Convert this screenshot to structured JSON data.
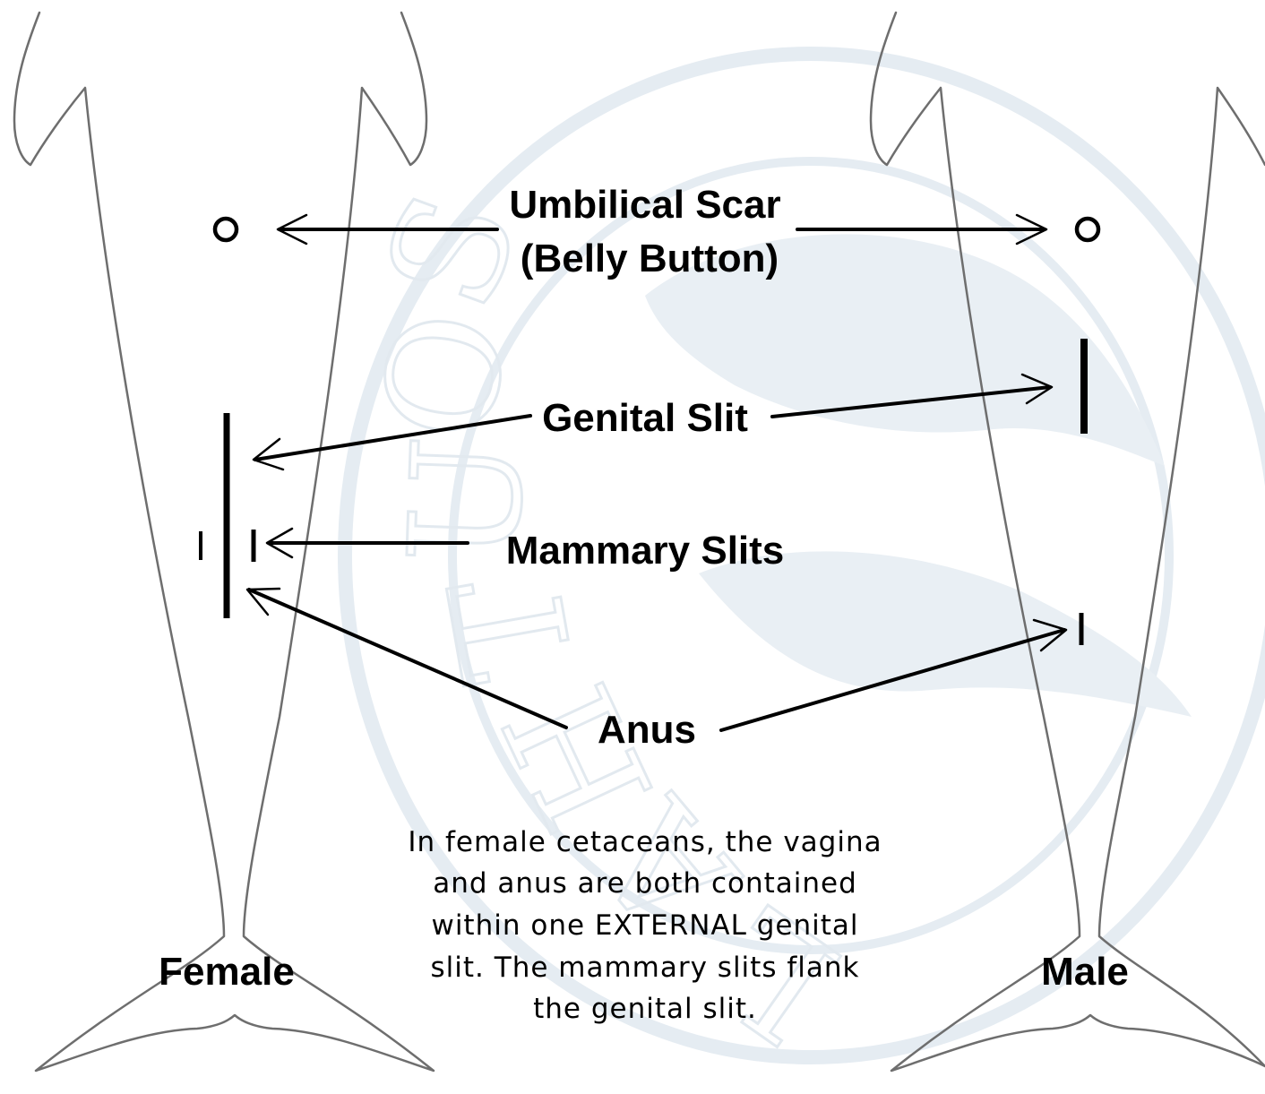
{
  "diagram": {
    "umbilical_label_line1": "Umbilical Scar",
    "umbilical_label_line2": "(Belly Button)",
    "genital_label": "Genital Slit",
    "mammary_label": "Mammary Slits",
    "anus_label": "Anus",
    "female_label": "Female",
    "male_label": "Male",
    "caption_lines": [
      "In female cetaceans, the vagina",
      "and anus are both contained",
      "within one EXTERNAL genital",
      "slit.  The mammary slits flank",
      "the genital slit."
    ]
  },
  "watermark": {
    "letters": [
      "S",
      "O",
      "U",
      "T",
      "H",
      "A",
      "L"
    ]
  },
  "colors": {
    "outline": "#6e6e6e",
    "ink": "#000000",
    "watermark": "#e5ecf2"
  }
}
